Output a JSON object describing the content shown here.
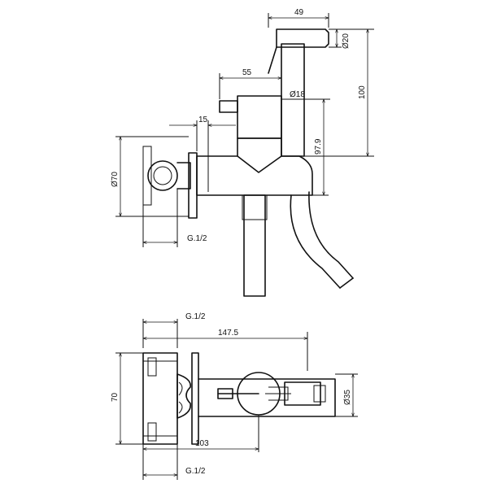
{
  "drawing": {
    "top_view": {
      "dim_width": "49",
      "dim_hose_diameter": "Ø20",
      "dim_height": "100",
      "dim_handle_length": "55",
      "dim_body_diameter": "Ø18",
      "dim_offset": "15",
      "dim_flange_diameter": "Ø70",
      "dim_outlet_height": "97.9",
      "dim_thread": "G.1/2"
    },
    "bottom_view": {
      "dim_thread_top": "G.1/2",
      "dim_total_length": "147.5",
      "dim_flange_height": "70",
      "dim_cartridge_diameter": "Ø35",
      "dim_body_length": "103",
      "dim_thread_bottom": "G.1/2"
    }
  }
}
